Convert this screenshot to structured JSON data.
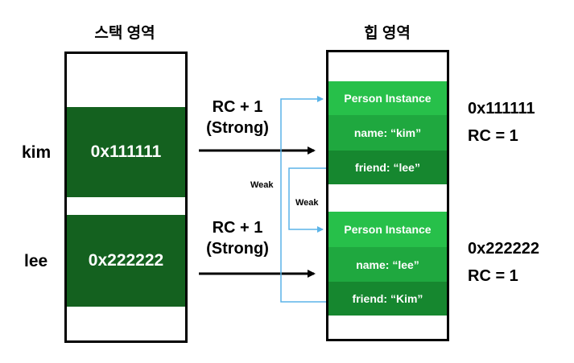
{
  "stack": {
    "title": "스택 영역",
    "kim": {
      "var": "kim",
      "address": "0x111111"
    },
    "lee": {
      "var": "lee",
      "address": "0x222222"
    }
  },
  "heap": {
    "title": "힙 영역",
    "instance1": {
      "header": "Person Instance",
      "name": "name: “kim”",
      "friend": "friend: “lee”",
      "address": "0x111111",
      "rc": "RC = 1"
    },
    "instance2": {
      "header": "Person Instance",
      "name": "name: “lee”",
      "friend": "friend: “Kim”",
      "address": "0x222222",
      "rc": "RC = 1"
    }
  },
  "arrows": {
    "strong1": {
      "line1": "RC + 1",
      "line2": "(Strong)"
    },
    "strong2": {
      "line1": "RC + 1",
      "line2": "(Strong)"
    },
    "weak1": "Weak",
    "weak2": "Weak"
  },
  "colors": {
    "stack_cell": "#14611f",
    "heap_header": "#27c04a",
    "heap_mid": "#1fa83f",
    "heap_dark": "#16872f",
    "weak_line": "#5bb4e8"
  }
}
